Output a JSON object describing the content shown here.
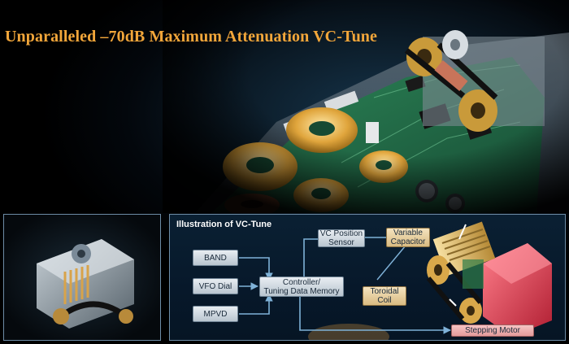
{
  "hero": {
    "title": "Unparalleled –70dB Maximum Attenuation VC-Tune"
  },
  "illustration": {
    "title": "Illustration of VC-Tune",
    "blocks": {
      "band": "BAND",
      "vfo_dial": "VFO Dial",
      "mpvd": "MPVD",
      "controller_line1": "Controller/",
      "controller_line2": "Tuning Data Memory",
      "vc_position_line1": "VC Position",
      "vc_position_line2": "Sensor",
      "variable_line1": "Variable",
      "variable_line2": "Capacitor",
      "toroidal_line1": "Toroidal",
      "toroidal_line2": "Coil",
      "stepping_motor": "Stepping Motor"
    }
  },
  "colors": {
    "title": "#f2a63a",
    "panel_border": "#6d8ca6",
    "wire": "#7fb2d8"
  }
}
